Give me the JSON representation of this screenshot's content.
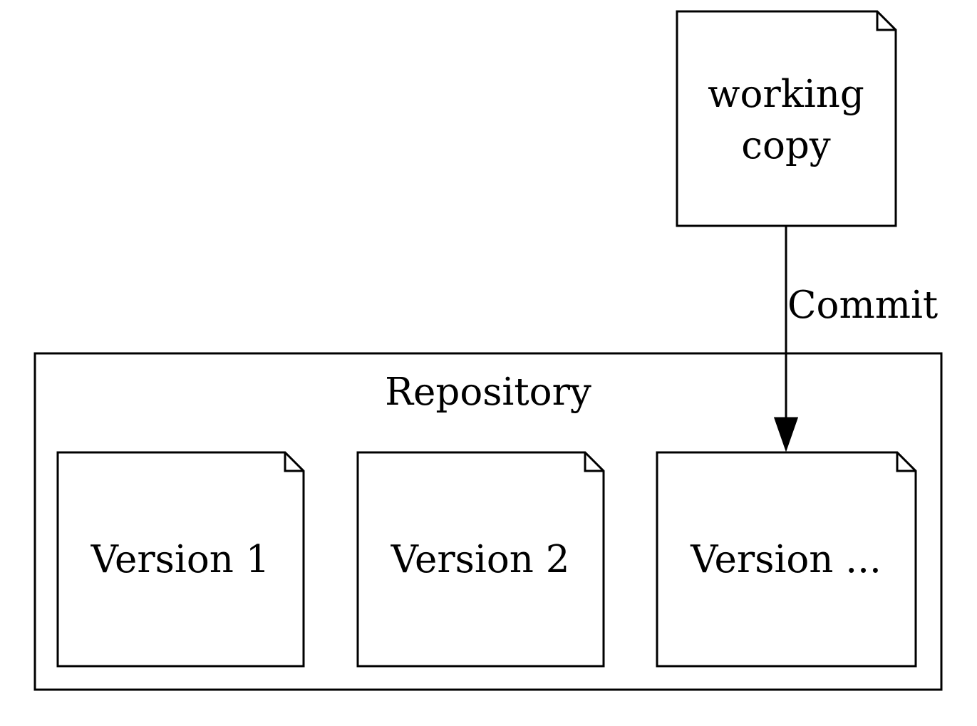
{
  "diagram": {
    "cluster": {
      "label": "Repository"
    },
    "nodes": {
      "working_copy": {
        "lines": [
          "working",
          "copy"
        ]
      },
      "version_1": {
        "label": "Version 1"
      },
      "version_2": {
        "label": "Version 2"
      },
      "version_n": {
        "label": "Version ..."
      }
    },
    "edges": {
      "commit": {
        "label": "Commit",
        "from": "working copy",
        "to": "Version ..."
      }
    },
    "colors": {
      "stroke": "#000000",
      "fill": "#ffffff",
      "text": "#000000"
    }
  }
}
